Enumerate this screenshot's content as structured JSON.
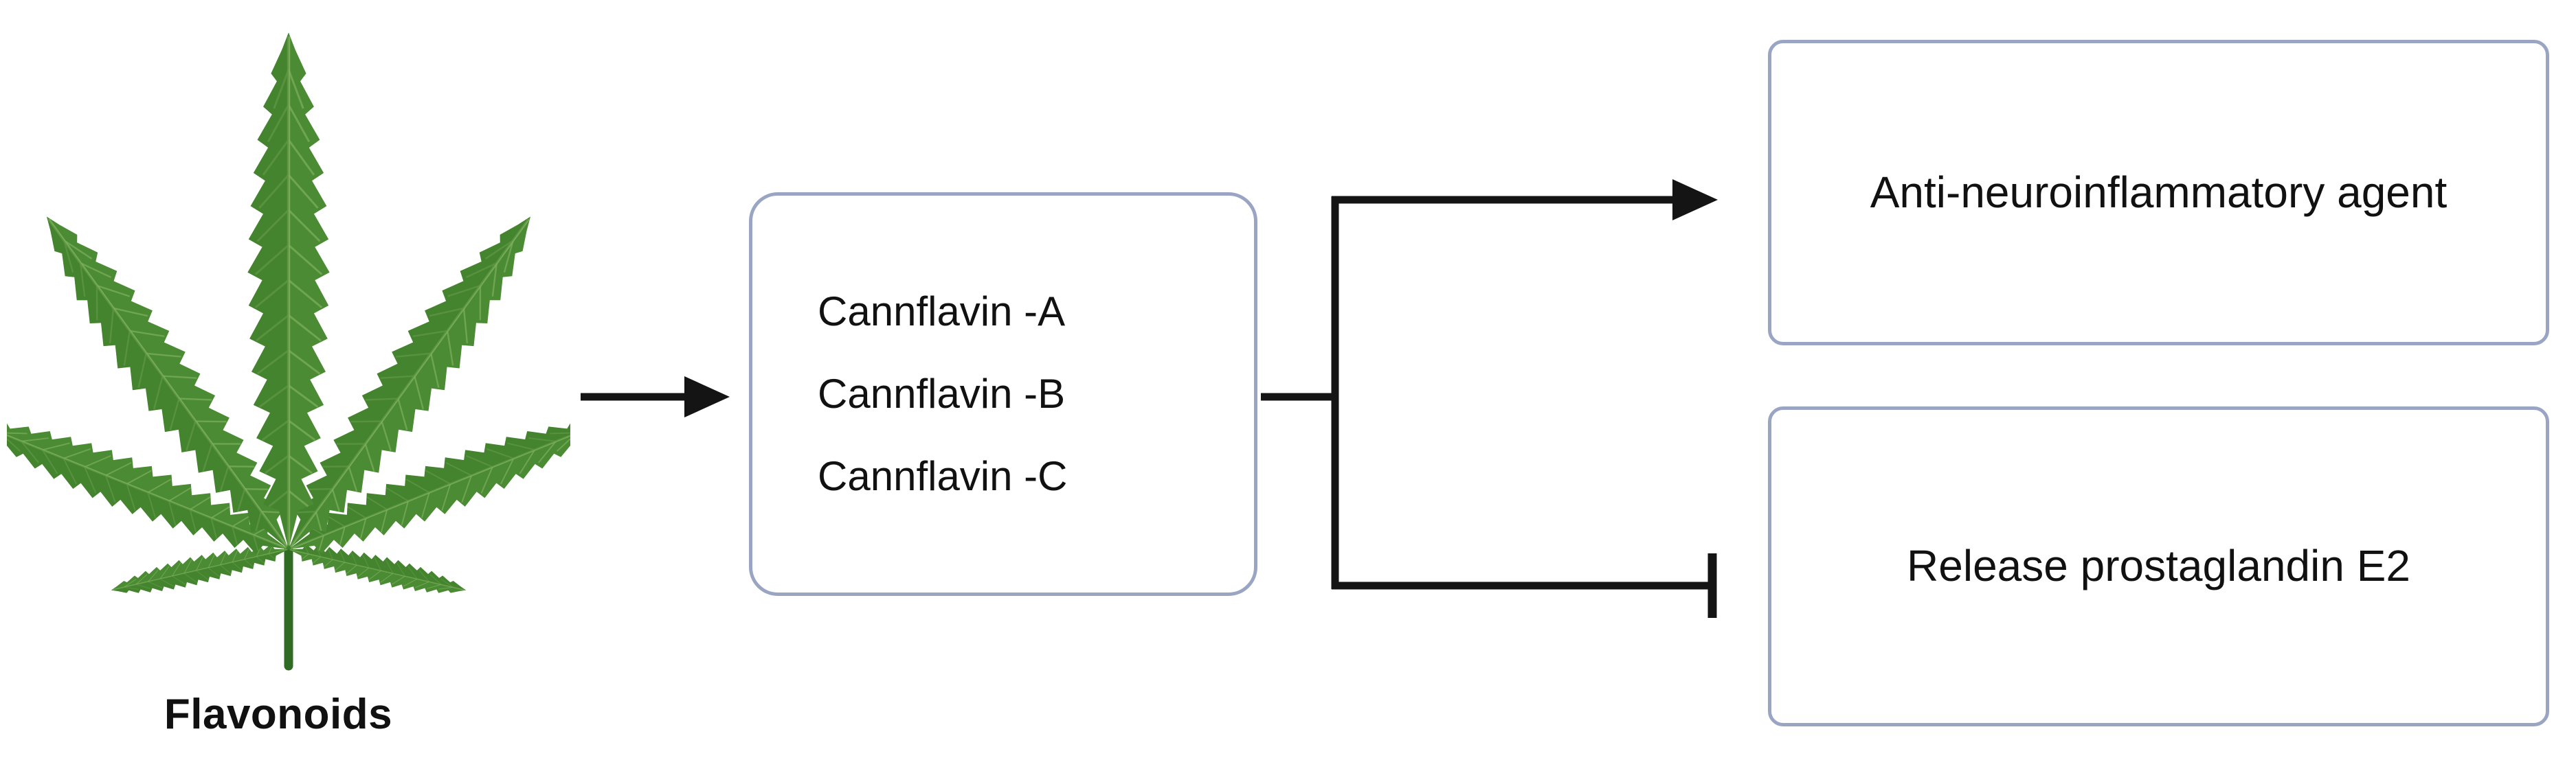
{
  "figure": {
    "title": "Cannflavin flavonoid pathway diagram",
    "background_color": "#ffffff"
  },
  "source_node": {
    "icon": "cannabis-leaf-icon",
    "label": "Flavonoids",
    "leaf_color": "#4a8b33",
    "leaf_color_dark": "#3a6e28",
    "leaf_vein_color": "#7fb05e",
    "stem_color": "#2f6b22"
  },
  "center_node": {
    "name": "cannflavin-group",
    "border_color": "#9aa5c4",
    "fill_color": "#ffffff",
    "items": [
      "Cannflavin -A",
      "Cannflavin -B",
      "Cannflavin -C"
    ]
  },
  "outcomes": [
    {
      "id": "anti-neuroinflammatory-agent",
      "text": "Anti-neuroinflammatory agent",
      "relation": "activation",
      "relation_symbol": "arrowhead",
      "border_color": "#9aa5c4"
    },
    {
      "id": "release-prostaglandin-e2",
      "text": "Release prostaglandin E2",
      "relation": "inhibition",
      "relation_symbol": "t-bar",
      "border_color": "#9aa5c4"
    }
  ],
  "connectors": [
    {
      "id": "leaf-to-cannflavin",
      "from": "flavonoids",
      "to": "cannflavin-group",
      "style": "arrow",
      "color": "#141414"
    },
    {
      "id": "cannflavin-to-outcomes",
      "from": "cannflavin-group",
      "to": "outcomes",
      "style": "branching",
      "color": "#141414"
    }
  ]
}
